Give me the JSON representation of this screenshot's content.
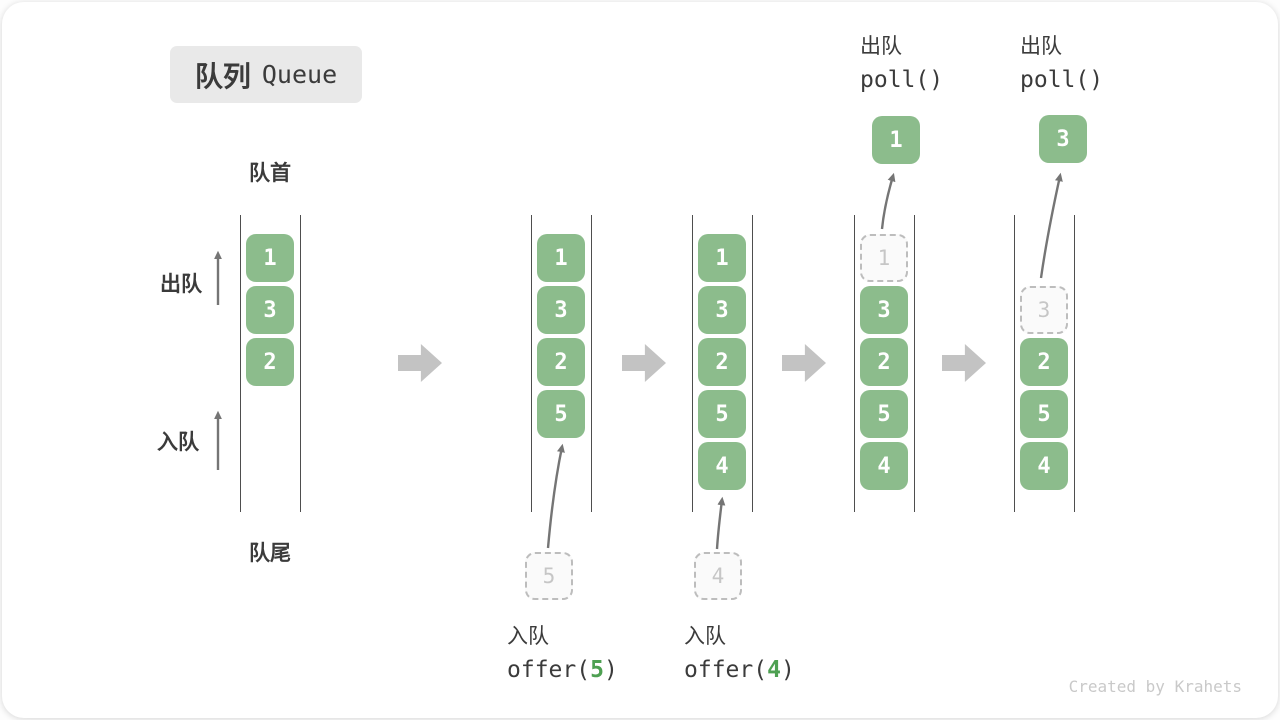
{
  "title": {
    "badge_zh": "队列",
    "badge_en": "Queue"
  },
  "labels": {
    "front": "队首",
    "rear": "队尾",
    "dequeue_side": "出队",
    "enqueue_side": "入队"
  },
  "operations": {
    "enqueue5": {
      "label_zh": "入队",
      "code_before": "offer(",
      "arg": "5",
      "code_after": ")"
    },
    "enqueue4": {
      "label_zh": "入队",
      "code_before": "offer(",
      "arg": "4",
      "code_after": ")"
    },
    "dequeue1": {
      "label_zh": "出队",
      "code": "poll()"
    },
    "dequeue2": {
      "label_zh": "出队",
      "code": "poll()"
    }
  },
  "queue_states": [
    {
      "cells": [
        {
          "row": 1,
          "value": "1",
          "style": "solid"
        },
        {
          "row": 2,
          "value": "3",
          "style": "solid"
        },
        {
          "row": 3,
          "value": "2",
          "style": "solid"
        }
      ]
    },
    {
      "cells": [
        {
          "row": 1,
          "value": "1",
          "style": "solid"
        },
        {
          "row": 2,
          "value": "3",
          "style": "solid"
        },
        {
          "row": 3,
          "value": "2",
          "style": "solid"
        },
        {
          "row": 4,
          "value": "5",
          "style": "solid"
        }
      ]
    },
    {
      "cells": [
        {
          "row": 1,
          "value": "1",
          "style": "solid"
        },
        {
          "row": 2,
          "value": "3",
          "style": "solid"
        },
        {
          "row": 3,
          "value": "2",
          "style": "solid"
        },
        {
          "row": 4,
          "value": "5",
          "style": "solid"
        },
        {
          "row": 5,
          "value": "4",
          "style": "solid"
        }
      ]
    },
    {
      "cells": [
        {
          "row": 1,
          "value": "1",
          "style": "ghost"
        },
        {
          "row": 2,
          "value": "3",
          "style": "solid"
        },
        {
          "row": 3,
          "value": "2",
          "style": "solid"
        },
        {
          "row": 4,
          "value": "5",
          "style": "solid"
        },
        {
          "row": 5,
          "value": "4",
          "style": "solid"
        }
      ]
    },
    {
      "cells": [
        {
          "row": 2,
          "value": "3",
          "style": "ghost"
        },
        {
          "row": 3,
          "value": "2",
          "style": "solid"
        },
        {
          "row": 4,
          "value": "5",
          "style": "solid"
        },
        {
          "row": 5,
          "value": "4",
          "style": "solid"
        }
      ]
    }
  ],
  "floating_cells": {
    "polled_1": "1",
    "polled_3": "3",
    "offered_5": "5",
    "offered_4": "4"
  },
  "watermark": "Created by Krahets",
  "colors": {
    "cell_green": "#8cbc8c",
    "code_arg_green": "#4ea052",
    "text_dark": "#3b3b3b",
    "block_arrow_gray": "#c3c3c3",
    "line_arrow_gray": "#757575",
    "ghost_border": "#bdbdbd",
    "ghost_text": "#c6c6c6",
    "badge_bg": "#e9e9e9",
    "watermark_gray": "#c9c9c9"
  }
}
